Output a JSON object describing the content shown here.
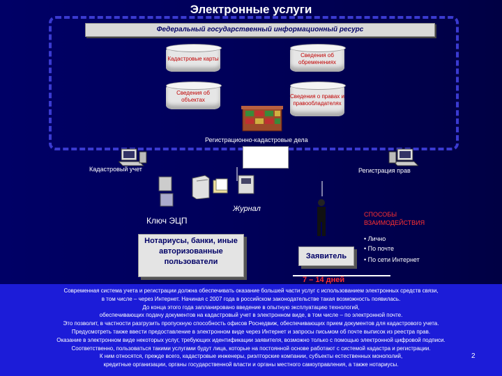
{
  "title": "Электронные услуги",
  "federal_resource": "Федеральный государственный информационный ресурс",
  "databases": {
    "cadastral_maps": "Кадастровые карты",
    "encumbrances": "Сведения об обременениях",
    "objects": "Сведения об объектах",
    "rights": "Сведения о правах и правообладателях"
  },
  "registration_cases": "Регистрационно-кадастровые дела",
  "cadastral_accounting": "Кадастровый учет",
  "rights_registration": "Регистрация прав",
  "journal": "Журнал",
  "ecp_key": "Ключ ЭЦП",
  "notaries": "Нотариусы, банки, иные авторизованные пользователи",
  "applicant": "Заявитель",
  "interaction_title": "СПОСОБЫ ВЗАИМОДЕЙСТВИЯ",
  "interaction_methods": [
    "• Лично",
    "• По почте",
    "• По сети Интернет"
  ],
  "days": "7 – 14 дней",
  "bottom_text": [
    "Современная система учета и регистрации должна обеспечивать оказание большей части услуг с использованием электронных средств связи,",
    "в том числе – через Интернет. Начиная с 2007 года в российском законодательстве такая возможность появилась.",
    "До конца этого года запланировано введение в опытную эксплуатацию технологий,",
    "обеспечивающих подачу документов на кадастровый учет в электронном виде, в том числе – по электронной почте.",
    "Это позволит, в частности разгрузить пропускную способность офисов Роснедвиж, обеспечивающих прием документов для кадастрового учета.",
    "Предусмотреть также ввести предоставление в электронном виде через Интернет и запросы письмом об почте выписок из реестра прав.",
    "Оказание в электронном виде некоторых услуг, требующих идентификации заявителя, возможно только с помощью электронной цифровой подписи.",
    "Соответственно, пользоваться такими услугами будут лица, которые на постоянной основе работают с системой кадастра и регистрации.",
    "К ним относятся, прежде всего, кадастровые инженеры, риэлторские компании, субъекты естественных монополий,",
    "кредитные организации, органы государственной власти и органы местного самоуправления, а также нотариусы."
  ],
  "page_number": "2"
}
